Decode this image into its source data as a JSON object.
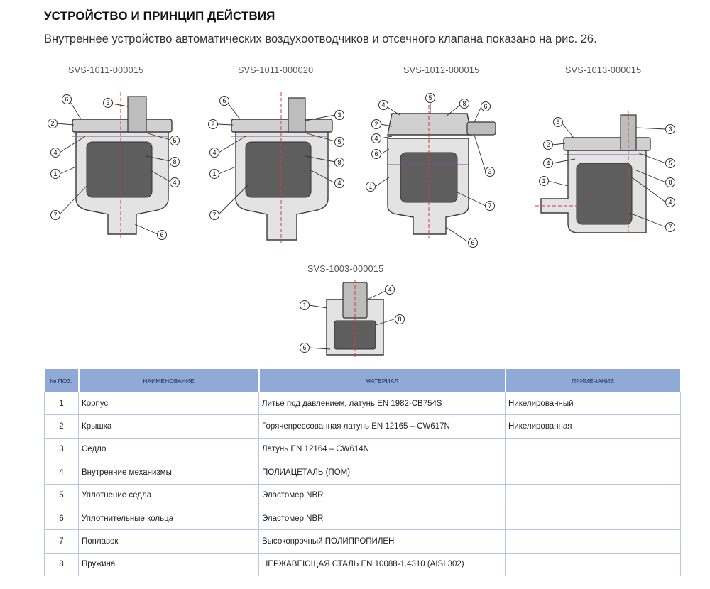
{
  "heading": "УСТРОЙСТВО И ПРИНЦИП ДЕЙСТВИЯ",
  "intro": "Внутреннее устройство автоматических воздухоотводчиков и отсечного клапана показано на рис. 26.",
  "drawings": [
    {
      "code": "SVS-1011-000015",
      "markers": [
        "6",
        "3",
        "2",
        "5",
        "4",
        "8",
        "1",
        "4",
        "7",
        "6"
      ]
    },
    {
      "code": "SVS-1011-000020",
      "markers": [
        "6",
        "3",
        "2",
        "5",
        "4",
        "8",
        "1",
        "4",
        "7"
      ]
    },
    {
      "code": "SVS-1012-000015",
      "markers": [
        "5",
        "8",
        "4",
        "6",
        "2",
        "4",
        "6",
        "3",
        "1",
        "7",
        "6"
      ]
    },
    {
      "code": "SVS-1013-000015",
      "markers": [
        "6",
        "3",
        "2",
        "4",
        "5",
        "1",
        "8",
        "4",
        "7"
      ]
    },
    {
      "code": "SVS-1003-000015",
      "markers": [
        "4",
        "1",
        "8",
        "6"
      ]
    }
  ],
  "table": {
    "headers": [
      "№ ПОЗ.",
      "НАИМЕНОВАНИЕ",
      "МАТЕРИАЛ",
      "ПРИМЕЧАНИЕ"
    ],
    "rows": [
      {
        "num": "1",
        "name": "Корпус",
        "material": "Литье под давлением, латунь EN 1982-CB754S",
        "note": "Никелированный"
      },
      {
        "num": "2",
        "name": "Крышка",
        "material": "Горячепрессованная латунь EN 12165 – CW617N",
        "note": "Никелированная"
      },
      {
        "num": "3",
        "name": "Седло",
        "material": "Латунь EN 12164 – CW614N",
        "note": ""
      },
      {
        "num": "4",
        "name": "Внутренние механизмы",
        "material": "ПОЛИАЦЕТАЛЬ (ПОМ)",
        "note": ""
      },
      {
        "num": "5",
        "name": "Уплотнение седла",
        "material": "Эластомер NBR",
        "note": ""
      },
      {
        "num": "6",
        "name": "Уплотнительные кольца",
        "material": "Эластомер NBR",
        "note": ""
      },
      {
        "num": "7",
        "name": "Поплавок",
        "material": "Высокопрочный ПОЛИПРОПИЛЕН",
        "note": ""
      },
      {
        "num": "8",
        "name": "Пружина",
        "material": "НЕРЖАВЕЮЩАЯ СТАЛЬ EN 10088-1.4310 (AISI 302)",
        "note": ""
      }
    ]
  }
}
